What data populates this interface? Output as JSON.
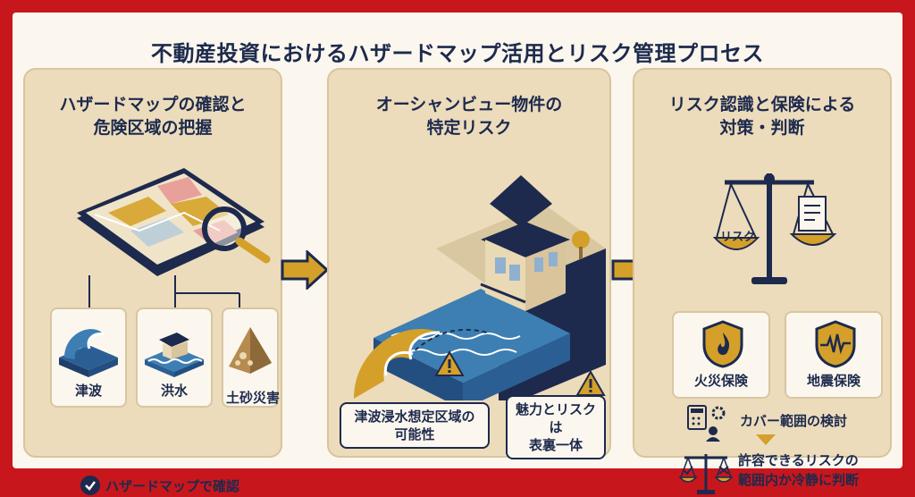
{
  "title": "不動産投資におけるハザードマップ活用とリスク管理プロセス",
  "panel1": {
    "title_line1": "ハザードマップの確認と",
    "title_line2": "危険区域の把握",
    "cards": [
      {
        "label": "津波",
        "icon": "tsunami-icon"
      },
      {
        "label": "洪水",
        "icon": "flood-house-icon"
      },
      {
        "label": "土砂災害",
        "icon": "landslide-icon"
      }
    ],
    "check_text": "ハザードマップで確認"
  },
  "panel2": {
    "title_line1": "オーシャンビュー物件の",
    "title_line2": "特定リスク",
    "callout_left_line1": "津波浸水想定区域の",
    "callout_left_line2": "可能性",
    "callout_right_line1": "魅力とリスクは",
    "callout_right_line2": "表裏一体"
  },
  "panel3": {
    "title_line1": "リスク認識と保険による",
    "title_line2": "対策・判断",
    "scale_label": "リスク",
    "insurance": [
      {
        "label": "火災保険",
        "icon": "fire-shield-icon"
      },
      {
        "label": "地震保険",
        "icon": "seismic-shield-icon"
      }
    ],
    "coverage_text": "カバー範囲の検討",
    "judgement_line1": "許容できるリスクの",
    "judgement_line2": "範囲内か冷静に判断"
  },
  "colors": {
    "frame": "#c8161d",
    "background": "#fbf7ee",
    "panel": "#ecdcbc",
    "navy": "#1d2a4d",
    "gold": "#d4a02a",
    "water": "#3d7fb3"
  }
}
